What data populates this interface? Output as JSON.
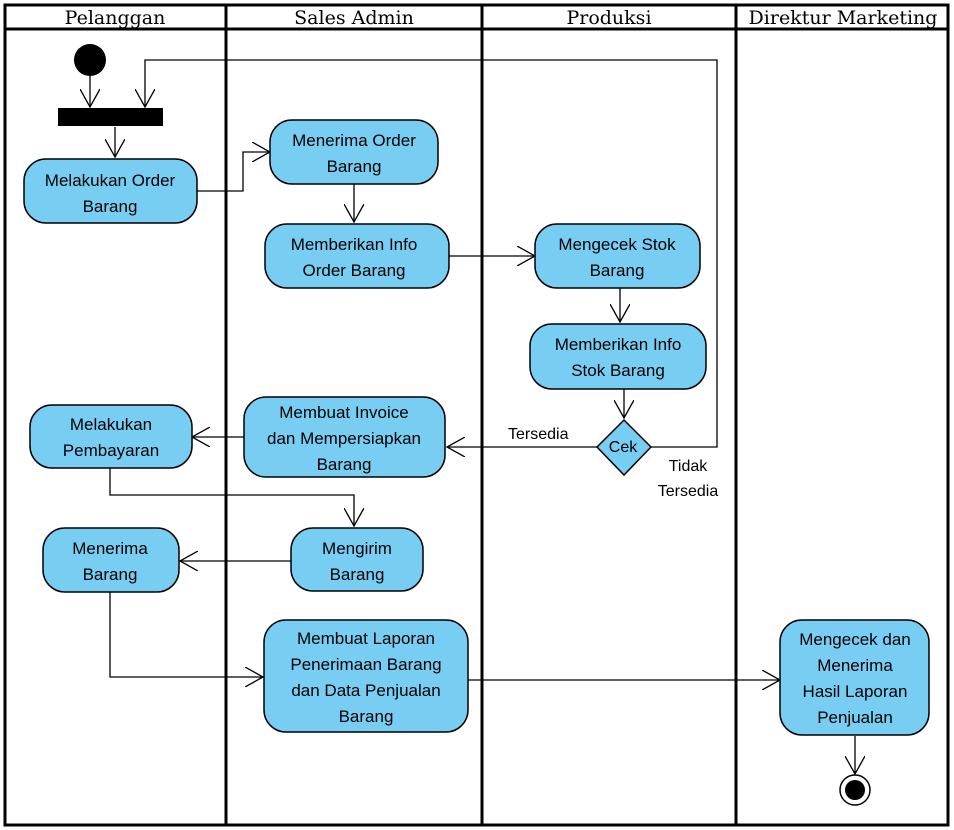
{
  "lanes": [
    {
      "title": "Pelanggan"
    },
    {
      "title": "Sales Admin"
    },
    {
      "title": "Produksi"
    },
    {
      "title": "Direktur Marketing"
    }
  ],
  "activities": {
    "melakukan_order": [
      "Melakukan Order",
      "Barang"
    ],
    "menerima_order": [
      "Menerima Order",
      "Barang"
    ],
    "info_order": [
      "Memberikan Info",
      "Order Barang"
    ],
    "cek_stok": [
      "Mengecek Stok",
      "Barang"
    ],
    "info_stok": [
      "Memberikan Info",
      "Stok Barang"
    ],
    "invoice": [
      "Membuat Invoice",
      "dan Mempersiapkan",
      "Barang"
    ],
    "pembayaran": [
      "Melakukan",
      "Pembayaran"
    ],
    "mengirim": [
      "Mengirim",
      "Barang"
    ],
    "menerima_barang": [
      "Menerima",
      "Barang"
    ],
    "laporan": [
      "Membuat Laporan",
      "Penerimaan Barang",
      "dan Data Penjualan",
      "Barang"
    ],
    "cek_laporan": [
      "Mengecek dan",
      "Menerima",
      "Hasil Laporan",
      "Penjualan"
    ]
  },
  "decision": {
    "label": "Cek"
  },
  "guards": {
    "tersedia": "Tersedia",
    "tidak_tersedia": [
      "Tidak",
      "Tersedia"
    ]
  },
  "colors": {
    "activity_fill": "#78cdf3",
    "line": "#000000"
  }
}
